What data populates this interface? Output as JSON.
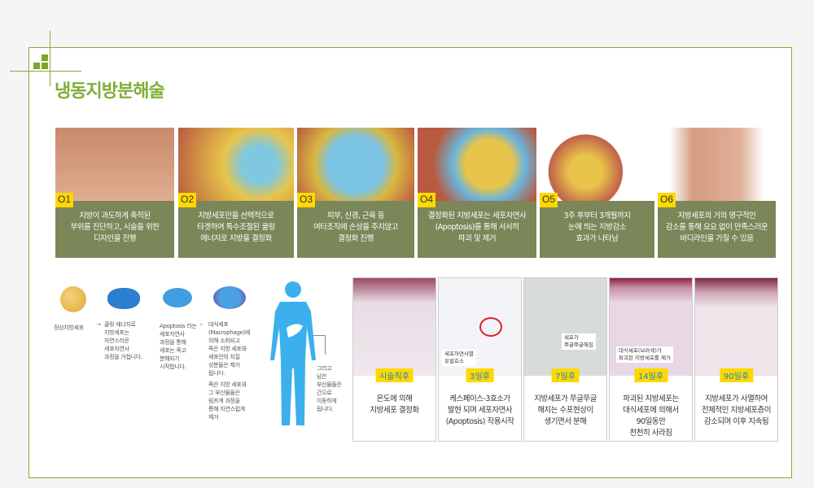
{
  "title": "냉동지방분해술",
  "steps": [
    {
      "num": "O1",
      "lines": [
        "지방이 과도하게 축적된",
        "부위를 진단하고, 시술을 위한",
        "디자인을 진행"
      ]
    },
    {
      "num": "O2",
      "lines": [
        "지방세포만을 선택적으로",
        "타겟하여 특수조절된 쿨링",
        "에너지로 지방을 결정화"
      ]
    },
    {
      "num": "O3",
      "lines": [
        "피부, 신경, 근육 등",
        "여타조직에 손상을 주지않고",
        "결정화 진행"
      ]
    },
    {
      "num": "O4",
      "lines": [
        "결정화된 지방세포는 세포자연사",
        "(Apoptosis)를 통해 서서히",
        "파괴 및 제거"
      ]
    },
    {
      "num": "O5",
      "lines": [
        "3주 후부터 3개월까지",
        "눈에 띄는 지방감소",
        "효과가 나타남"
      ]
    },
    {
      "num": "O6",
      "lines": [
        "지방세포의 거의 영구적인",
        "감소를 통해 요요 없이 만족스러운",
        "바디라인을 가질 수 있음"
      ]
    }
  ],
  "process": {
    "normal": "정상지방세포",
    "p1": [
      "쿨링 에너지로",
      "지방세포는",
      "자연스러운",
      "세포자연사",
      "과정을 거칩니다."
    ],
    "p2": [
      "Apoptosis 라는",
      "세포자연사",
      "과정을 통해",
      "세포는 죽고",
      "분해되기",
      "시작합니다."
    ],
    "p3": [
      "대식세포",
      "(Macrophage)에",
      "의해 소화되고",
      "죽은 지방 세포와",
      "세포안의 지질",
      "성분들은 제거",
      "됩니다."
    ],
    "p4": [
      "죽은 지방 세포와",
      "그 부산물들은",
      "림프계 과정을",
      "통해 자연스럽게",
      "제거"
    ],
    "p5": [
      "그리고",
      "남은",
      "부산물들은",
      "간으로",
      "이동하게",
      "됩니다."
    ]
  },
  "timeline": [
    {
      "label": "시술직후",
      "lines": [
        "온도에 의해",
        "지방세포 결정화"
      ]
    },
    {
      "label": "3일후",
      "note": [
        "세포자연사멸",
        "유발효소"
      ],
      "lines": [
        "케스페이스-3효소가",
        "발현 되며 세포자연사",
        "(Apoptosis) 작용시작"
      ]
    },
    {
      "label": "7일후",
      "note": [
        "세포가",
        "쭈글쭈글해짐"
      ],
      "lines": [
        "지방세포가 쭈글쭈글",
        "해지는 수포현상이",
        "생기면서 분해"
      ]
    },
    {
      "label": "14일후",
      "note": [
        "대식세포(브라색)가",
        "파괴된 지방세포를 제거"
      ],
      "lines": [
        "파괴된 지방세포는",
        "대식세포에 의해서",
        "90일동안",
        "천천히 사라짐"
      ]
    },
    {
      "label": "90일후",
      "lines": [
        "지방세포가 사멸하여",
        "전체적인 지방세포층이",
        "감소되며 이후 지속됨"
      ]
    }
  ],
  "colors": {
    "accent": "#8aac2e",
    "band": "#7b8659",
    "badge": "#ffd800"
  }
}
